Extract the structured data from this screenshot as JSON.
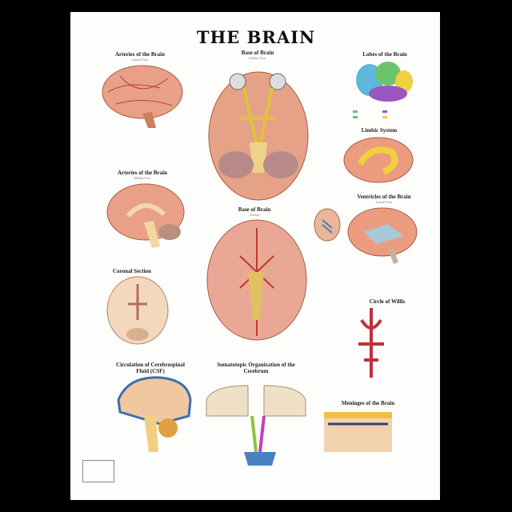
{
  "poster": {
    "title": "THE BRAIN",
    "sections": [
      {
        "title": "Arteries of the Brain",
        "subtitle": "Lateral View"
      },
      {
        "title": "Base of Brain",
        "subtitle": "Inferior View"
      },
      {
        "title": "Lobes of the Brain",
        "subtitle": ""
      },
      {
        "title": "Limbic System",
        "subtitle": ""
      },
      {
        "title": "Arteries of the Brain",
        "subtitle": "Medial View"
      },
      {
        "title": "Base of Brain",
        "subtitle": "Arteries"
      },
      {
        "title": "Ventricles of the Brain",
        "subtitle": "Lateral View"
      },
      {
        "title": "Coronal Section",
        "subtitle": ""
      },
      {
        "title": "Circle of Willis",
        "subtitle": ""
      },
      {
        "title": "Circulation of Cerebrospinal Fluid (CSF)",
        "subtitle": ""
      },
      {
        "title": "Somatotopic Organization of the Cerebrum",
        "subtitle": ""
      },
      {
        "title": "Meninges of the Brain",
        "subtitle": ""
      }
    ],
    "colors": {
      "tissue": "#e9a58a",
      "artery": "#c0392b",
      "nerve": "#e8c85a",
      "background": "#fdfdfb"
    }
  }
}
